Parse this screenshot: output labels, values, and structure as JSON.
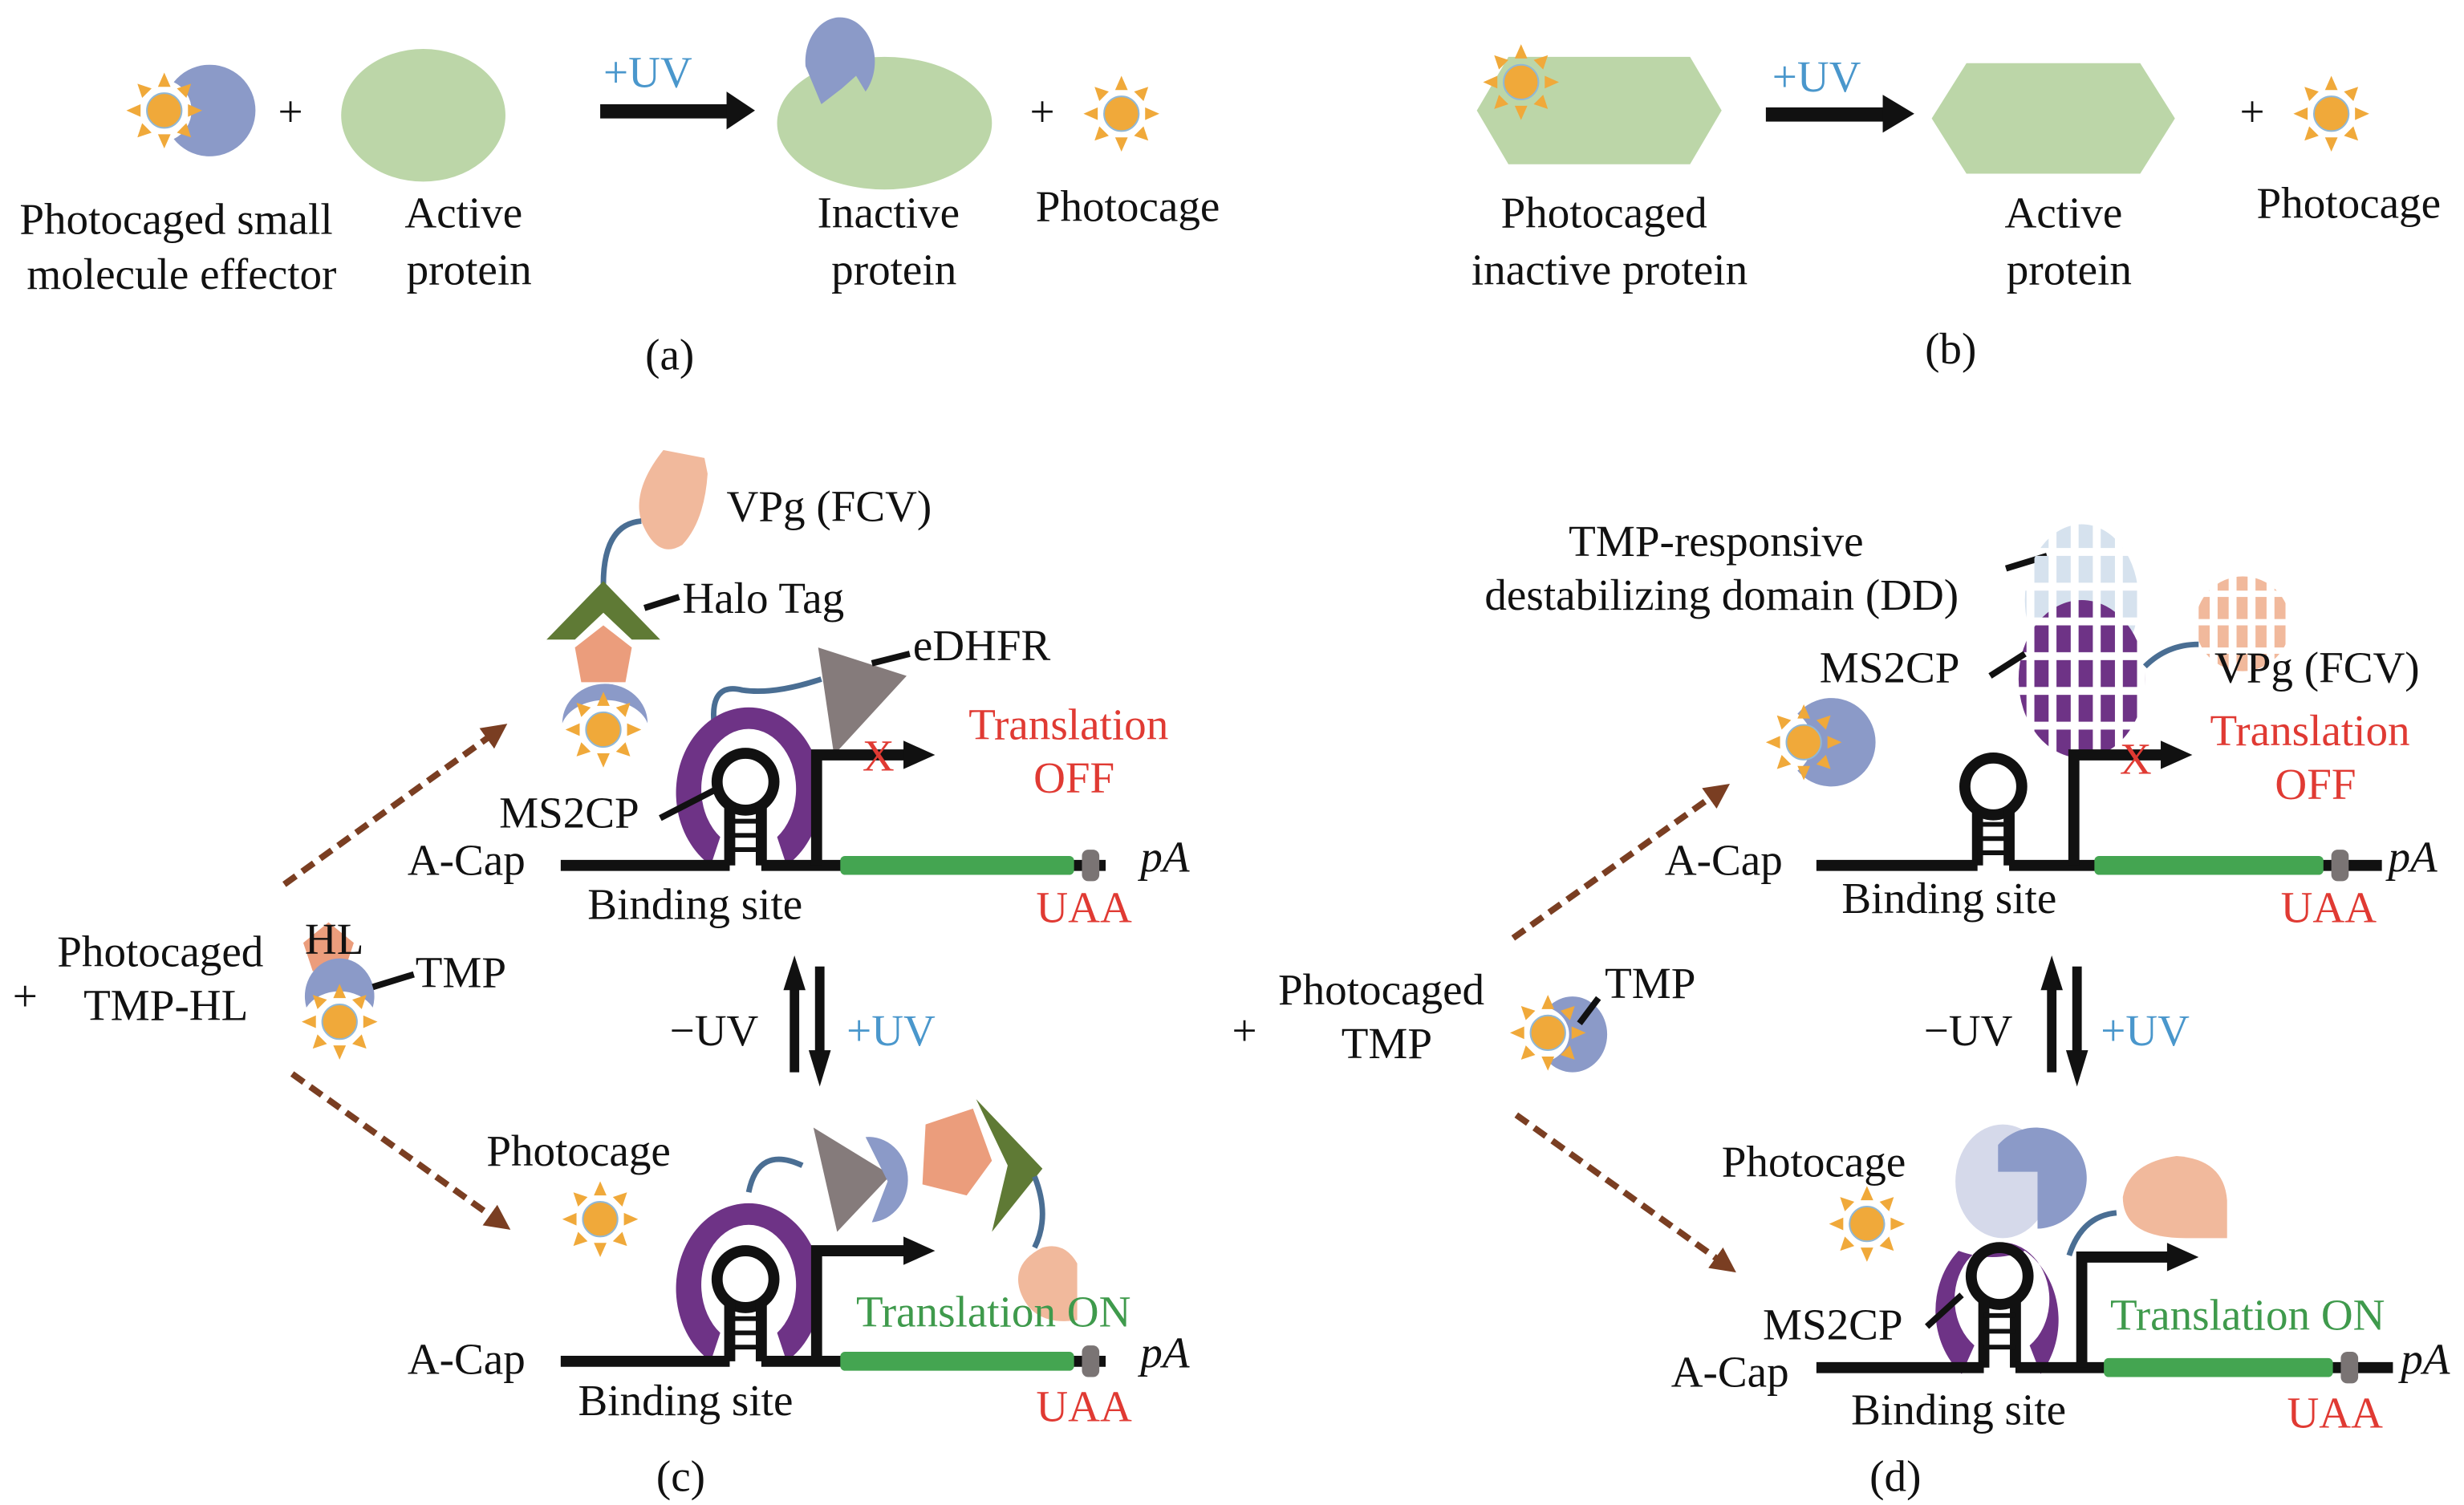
{
  "figure": {
    "panels": {
      "a": {
        "caption": "(a)",
        "reactant1": "Photocaged small molecule effector",
        "reactant1_lines": [
          "Photocaged small",
          "molecule effector"
        ],
        "reactant2_lines": [
          "Active",
          "protein"
        ],
        "condition": "+UV",
        "product1_lines": [
          "Inactive",
          "protein"
        ],
        "product2": "Photocage",
        "plus": "+"
      },
      "b": {
        "caption": "(b)",
        "reactant_lines": [
          "Photocaged",
          "inactive protein"
        ],
        "condition": "+UV",
        "product1_lines": [
          "Active",
          "protein"
        ],
        "product2": "Photocage",
        "plus": "+"
      },
      "c": {
        "caption": "(c)",
        "plus": "+",
        "reagent_lines": [
          "Photocaged",
          "TMP-HL"
        ],
        "reagent_hl": "HL",
        "reagent_tmp": "TMP",
        "top": {
          "vpg": "VPg (FCV)",
          "halo": "Halo Tag",
          "edhfr": "eDHFR",
          "ms2cp": "MS2CP",
          "x_mark": "X",
          "status_lines": [
            "Translation",
            "OFF"
          ],
          "acap": "A-Cap",
          "binding": "Binding site",
          "pa": "pA",
          "uaa": "UAA"
        },
        "equilibrium": {
          "minus_uv": "−UV",
          "plus_uv": "+UV"
        },
        "bottom": {
          "photocage": "Photocage",
          "status": "Translation ON",
          "acap": "A-Cap",
          "binding": "Binding site",
          "pa": "pA",
          "uaa": "UAA"
        }
      },
      "d": {
        "caption": "(d)",
        "plus": "+",
        "reagent_lines": [
          "Photocaged",
          "TMP"
        ],
        "reagent_tmp": "TMP",
        "top": {
          "dd_lines": [
            "TMP-responsive",
            "destabilizing domain (DD)"
          ],
          "ms2cp": "MS2CP",
          "vpg": "VPg (FCV)",
          "x_mark": "X",
          "status_lines": [
            "Translation",
            "OFF"
          ],
          "acap": "A-Cap",
          "binding": "Binding site",
          "pa": "pA",
          "uaa": "UAA"
        },
        "equilibrium": {
          "minus_uv": "−UV",
          "plus_uv": "+UV"
        },
        "bottom": {
          "photocage": "Photocage",
          "ms2cp": "MS2CP",
          "status": "Translation ON",
          "acap": "A-Cap",
          "binding": "Binding site",
          "pa": "pA",
          "uaa": "UAA"
        }
      }
    },
    "colors": {
      "protein_green": "#bcd6a8",
      "photocage_blue": "#8b9ac8",
      "sun_orange": "#f0a93a",
      "vpg_peach": "#f1b99c",
      "halo_green": "#5f7a35",
      "hl_salmon": "#eb9d7c",
      "edhfr_gray": "#857b7b",
      "ms2cp_purple": "#6e3386",
      "orf_green": "#44a551",
      "uv_blue": "#4a97cc",
      "off_red": "#e03a33",
      "on_green": "#3f9a4c",
      "dashed_arrow_brown": "#7a3e22"
    }
  }
}
